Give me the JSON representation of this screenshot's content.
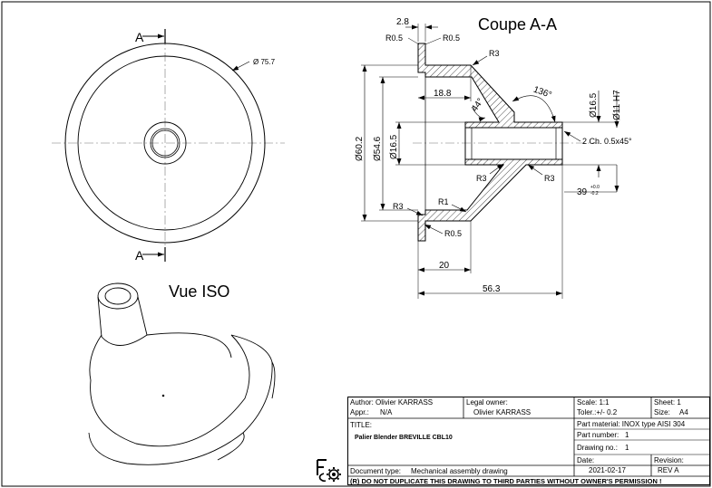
{
  "views": {
    "section_title": "Coupe A-A",
    "iso_title": "Vue ISO",
    "section_mark_top": "A",
    "section_mark_bottom": "A"
  },
  "front_view": {
    "outer_diameter": "Ø 75.7"
  },
  "dimensions": {
    "wall_thickness": "2.8",
    "r05_left": "R0.5",
    "r05_right": "R0.5",
    "r3_top": "R3",
    "len_18_8": "18.8",
    "angle_44": "44°",
    "angle_136": "136°",
    "dia_16_5_right": "Ø16.5",
    "dia_11_h7": "Ø11 H7",
    "dia_60_2": "Ø60.2",
    "dia_54_6": "Ø54.6",
    "dia_16_5_left": "Ø16.5",
    "chamfer": "2 Ch. 0.5x45°",
    "r3_mid_left": "R3",
    "r3_mid_right": "R3",
    "len_39": "39",
    "tol_39_upper": "+0.0",
    "tol_39_lower": "-0.2",
    "r3_bottom": "R3",
    "r1": "R1",
    "r05_bottom": "R0.5",
    "len_20": "20",
    "len_56_3": "56.3"
  },
  "title_block": {
    "author": "Author: Olivier KARRASS",
    "appr_label": "Appr.:",
    "appr_value": "N/A",
    "legal_owner_label": "Legal owner:",
    "legal_owner_value": "Olivier KARRASS",
    "scale": "Scale: 1:1",
    "sheet": "Sheet: 1",
    "toler": "Toler.:+/- 0.2",
    "size_label": "Size:",
    "size_value": "A4",
    "title_label": "TITLE:",
    "title_value": "Palier Blender BREVILLE CBL10",
    "part_material": "Part material: INOX type AISI 304",
    "part_number_label": "Part number:",
    "part_number_value": "1",
    "drawing_no_label": "Drawing no.:",
    "drawing_no_value": "1",
    "date_label": "Date:",
    "date_value": "2021-02-17",
    "revision_label": "Revision:",
    "revision_value": "REV A",
    "document_type_label": "Document type:",
    "document_type_value": "Mechanical assembly drawing",
    "notice": "(R) DO NOT DUPLICATE THIS DRAWING TO THIRD PARTIES WITHOUT OWNER'S PERMISSION !"
  }
}
